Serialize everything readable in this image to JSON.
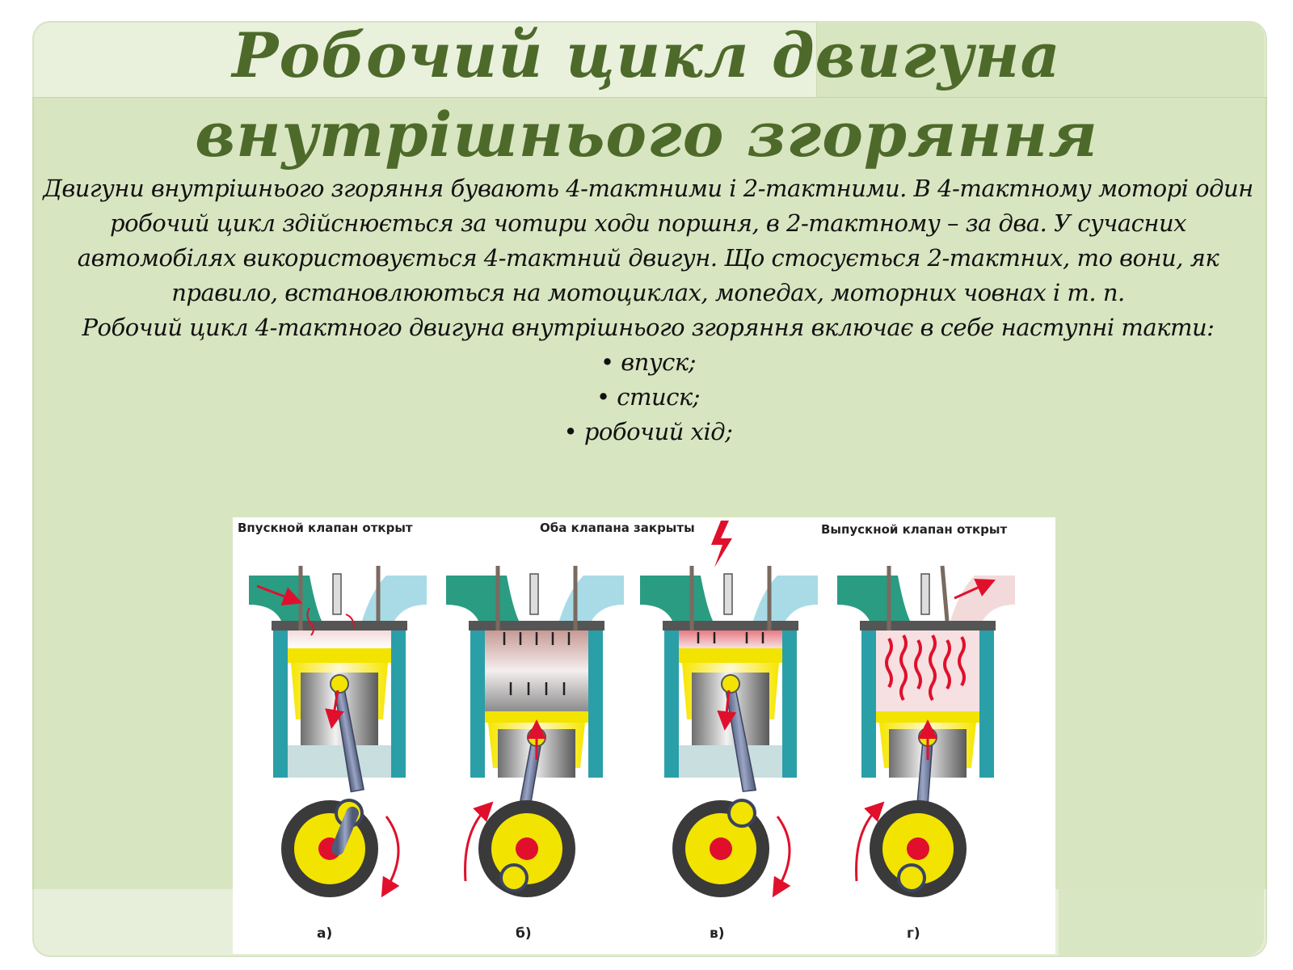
{
  "title": {
    "line1": "Робочий цикл двигуна",
    "line2": "внутрішнього згоряння"
  },
  "body": {
    "paragraph1": "Двигуни внутрішнього згоряння бувають 4-тактними і 2-тактними. В 4-тактному моторі один робочий цикл здійснюється за чотири ходи поршня, в 2-тактному – за два. У сучасних автомобілях використовується 4-тактний двигун. Що стосується 2-тактних, то вони, як правило, встановлюються на мотоциклах, мопедах, моторних човнах і т. п.",
    "paragraph2": "Робочий цикл 4-тактного двигуна внутрішнього згоряння включає в себе наступні такти:",
    "bullets": [
      "• впуск;",
      "• стиск;",
      "• робочий хід;"
    ]
  },
  "diagram": {
    "labels": {
      "intake_open": "Впускной клапан открыт",
      "both_closed": "Оба клапана закрыты",
      "exhaust_open": "Выпускной клапан открыт"
    },
    "captions": [
      "а)",
      "б)",
      "в)",
      "г)"
    ]
  },
  "colors": {
    "title": "#4d6a2a",
    "panel": "#d8e5c1",
    "intake_port": "#2a9c82",
    "exhaust_port": "#a9dbe6",
    "cylinder": "#2a9fa8",
    "piston_crown": "#f4e400",
    "arrow_red": "#e0102c"
  }
}
